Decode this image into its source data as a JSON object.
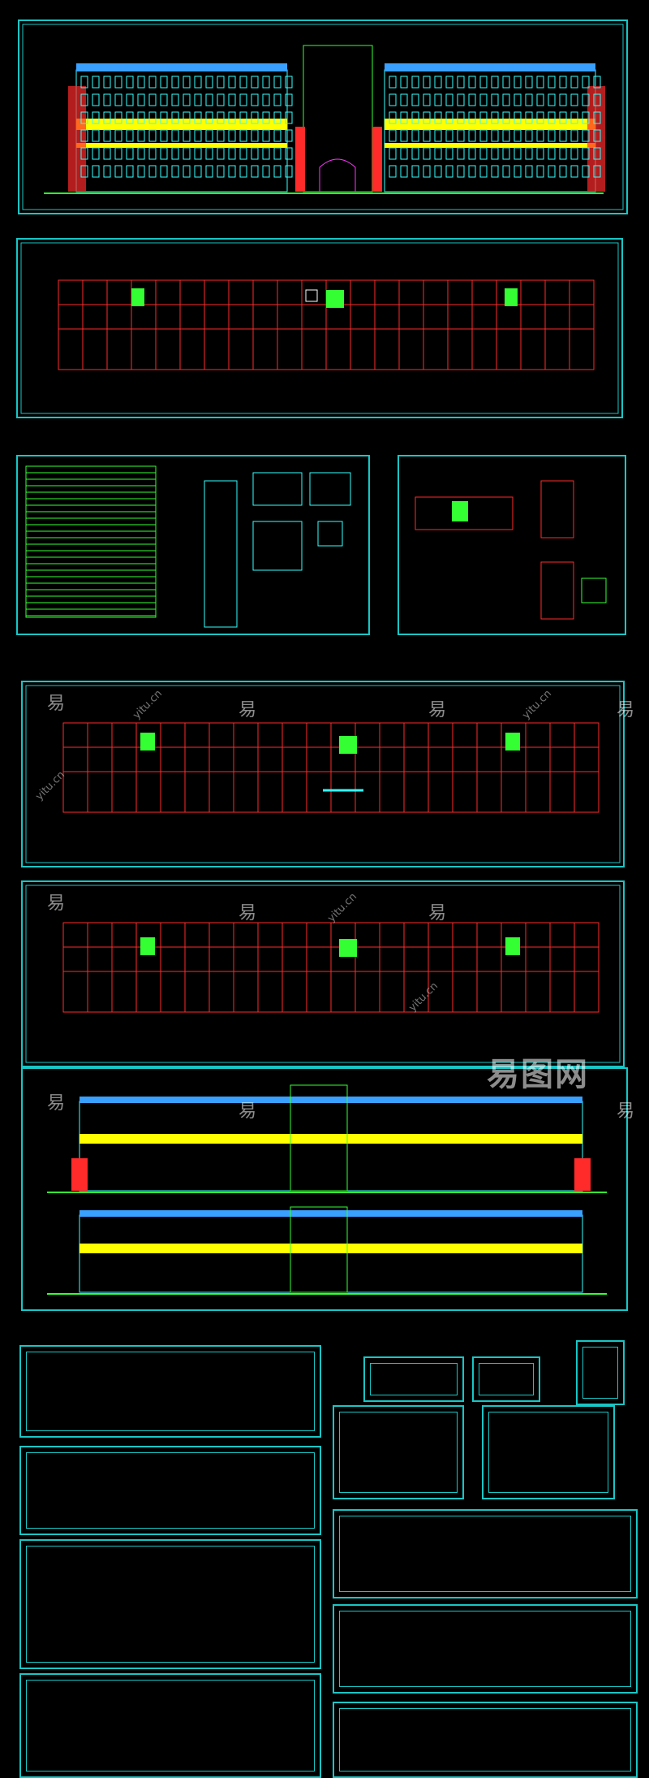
{
  "watermark": {
    "glyph": "易",
    "domain_text": "yitu.cn",
    "brand_text": "易图网"
  },
  "colors": {
    "frame": "#19c6c6",
    "plan_grid": "#ff2a2a",
    "wall_green": "#33ff33",
    "window_cyan": "#33ffff",
    "band_yellow": "#ffff00",
    "roof_blue": "#3aa0ff",
    "magenta": "#ff33ff"
  }
}
